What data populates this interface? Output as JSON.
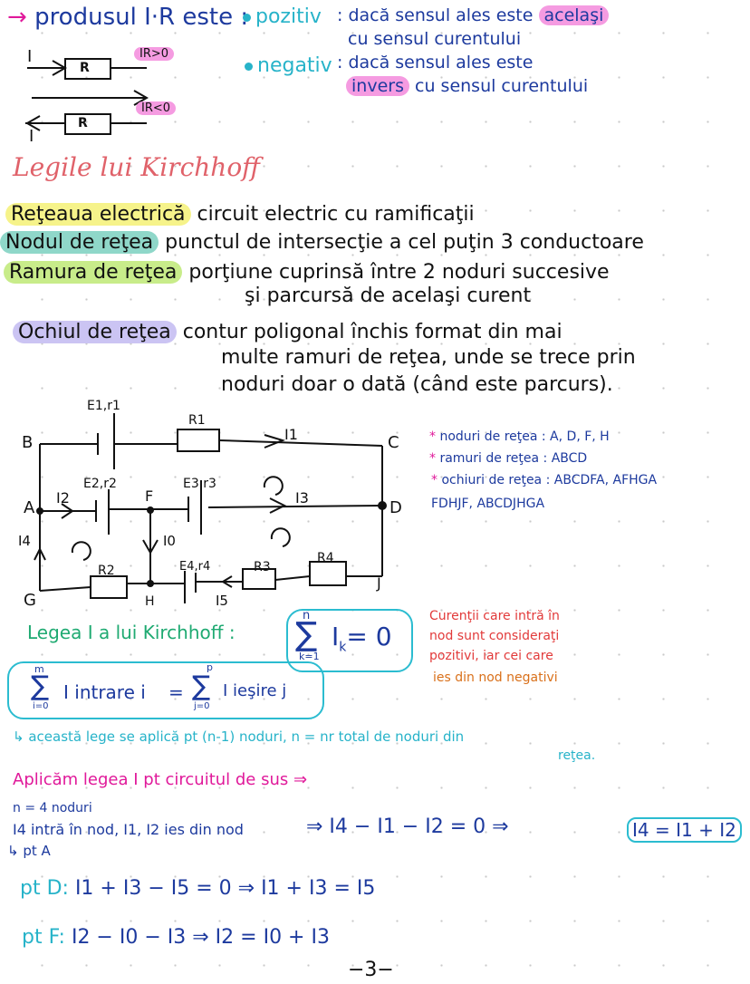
{
  "intro": {
    "arrow": "→",
    "product_text": "produsul I·R este :",
    "positive_label": "pozitiv",
    "positive_desc_1": ": dacă sensul ales este",
    "positive_highlight": "acelaşi",
    "positive_desc_2": "cu sensul curentului",
    "negative_label": "negativ",
    "negative_desc_1": ": dacă sensul ales este",
    "negative_highlight": "invers",
    "negative_desc_2": "cu sensul curentului",
    "diagram1": {
      "current": "I",
      "resistor": "R",
      "badge": "IR>0"
    },
    "diagram2": {
      "current": "I",
      "resistor": "R",
      "badge": "IR<0"
    }
  },
  "section_title": "Legile lui Kirchhoff",
  "definitions": [
    {
      "term": "Reţeaua electrică",
      "desc_lines": [
        "circuit electric cu ramificaţii"
      ]
    },
    {
      "term": "Nodul de reţea",
      "desc_lines": [
        "punctul de intersecţie a cel puţin 3 conductoare"
      ]
    },
    {
      "term": "Ramura de reţea",
      "desc_lines": [
        "porţiune cuprinsă între 2 noduri succesive",
        "şi parcursă de acelaşi curent"
      ]
    },
    {
      "term": "Ochiul de reţea",
      "desc_lines": [
        "contur poligonal închis format din mai",
        "multe ramuri de reţea, unde se trece prin",
        "noduri doar o dată (când este parcurs)."
      ]
    }
  ],
  "circuit": {
    "nodes": [
      "A",
      "B",
      "C",
      "D",
      "F",
      "G",
      "H",
      "J"
    ],
    "sources": [
      "E1,r1",
      "E2,r2",
      "E3,r3",
      "E4,r4"
    ],
    "resistors": [
      "R1",
      "R2",
      "R3",
      "R4"
    ],
    "currents": [
      "I1",
      "I2",
      "I3",
      "I4",
      "I0",
      "I5"
    ]
  },
  "circuit_notes": [
    {
      "bullet": "*",
      "text": "noduri de reţea : A, D, F, H"
    },
    {
      "bullet": "*",
      "text": "ramuri de reţea : ABCD"
    },
    {
      "bullet": "*",
      "text": "ochiuri de reţea : ABCDFA, AFHGA"
    },
    {
      "bullet": "",
      "text": "FDHJF, ABCDJHGA"
    }
  ],
  "law1": {
    "label": "Legea I a lui Kirchhoff :",
    "formula_sum_top": "n",
    "formula_sum_bottom": "k=1",
    "formula_body": "I",
    "formula_sub": "k",
    "formula_rhs": "= 0",
    "formula2_sum1_top": "m",
    "formula2_sum1_bottom": "i=0",
    "formula2_body1": "I intrare i",
    "formula2_eq": "=",
    "formula2_sum2_top": "p",
    "formula2_sum2_bottom": "j=0",
    "formula2_body2": "I ieşire j",
    "note_red_1": "Curenţii care intră în",
    "note_red_2": "nod sunt consideraţi",
    "note_red_3": "pozitivi, iar cei care",
    "note_orange": "ies din nod negativi",
    "applies_line": "↳ această lege se aplică pt (n-1) noduri, n = nr total de noduri din",
    "applies_line2": "reţea."
  },
  "application": {
    "title": "Aplicăm legea I pt circuitul de sus ⇒",
    "n_nodes": "n = 4 noduri",
    "node_A_text": "I4 intră în nod, I1, I2 ies din nod",
    "node_A_eq": "⇒ I4 − I1 − I2 = 0 ⇒",
    "node_A_result": "I4 = I1 + I2",
    "node_A_label": "↳ pt A",
    "node_D_label": "pt D:",
    "node_D_eq": "I1 + I3 − I5 = 0 ⇒ I1 + I3 = I5",
    "node_F_label": "pt F:",
    "node_F_eq": "I2 − I0 − I3 ⇒ I2 = I0 + I3"
  },
  "page_number": "−3−"
}
